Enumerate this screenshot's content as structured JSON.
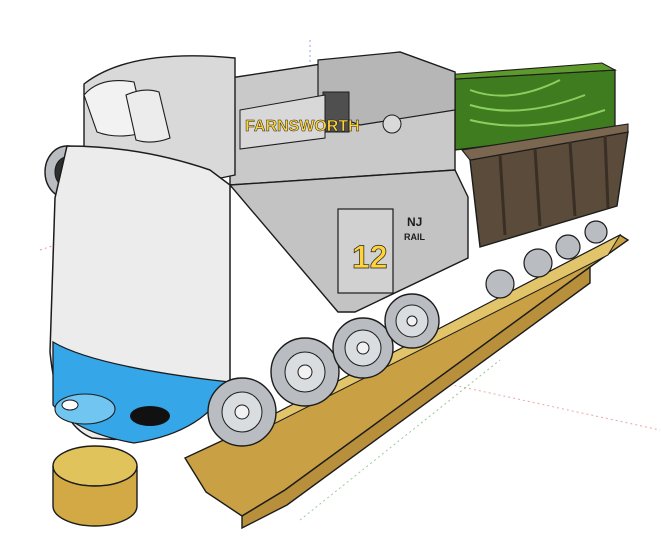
{
  "model": {
    "nameplate_text": "FARNSWORTH",
    "number_plate_text": "12",
    "emblem_text": "NJ",
    "emblem_subtext": "RAIL"
  },
  "colors": {
    "background": "#ffffff",
    "body_gray": "#c9c9c9",
    "body_light": "#e6e6e6",
    "body_dark": "#8f8f8f",
    "accent_blue": "#35a7e8",
    "tender_brown": "#5a4b3a",
    "coal_green": "#3f7b1f",
    "wood_base": "#d6b24f",
    "wheel_gray": "#b9bdc1",
    "axis_red": "#d43c3c",
    "axis_green": "#4aa04a",
    "axis_blue": "#3c5dd4"
  },
  "viewport": {
    "tool": "sketch-3d-viewport",
    "cursor_hint": "orbit"
  }
}
